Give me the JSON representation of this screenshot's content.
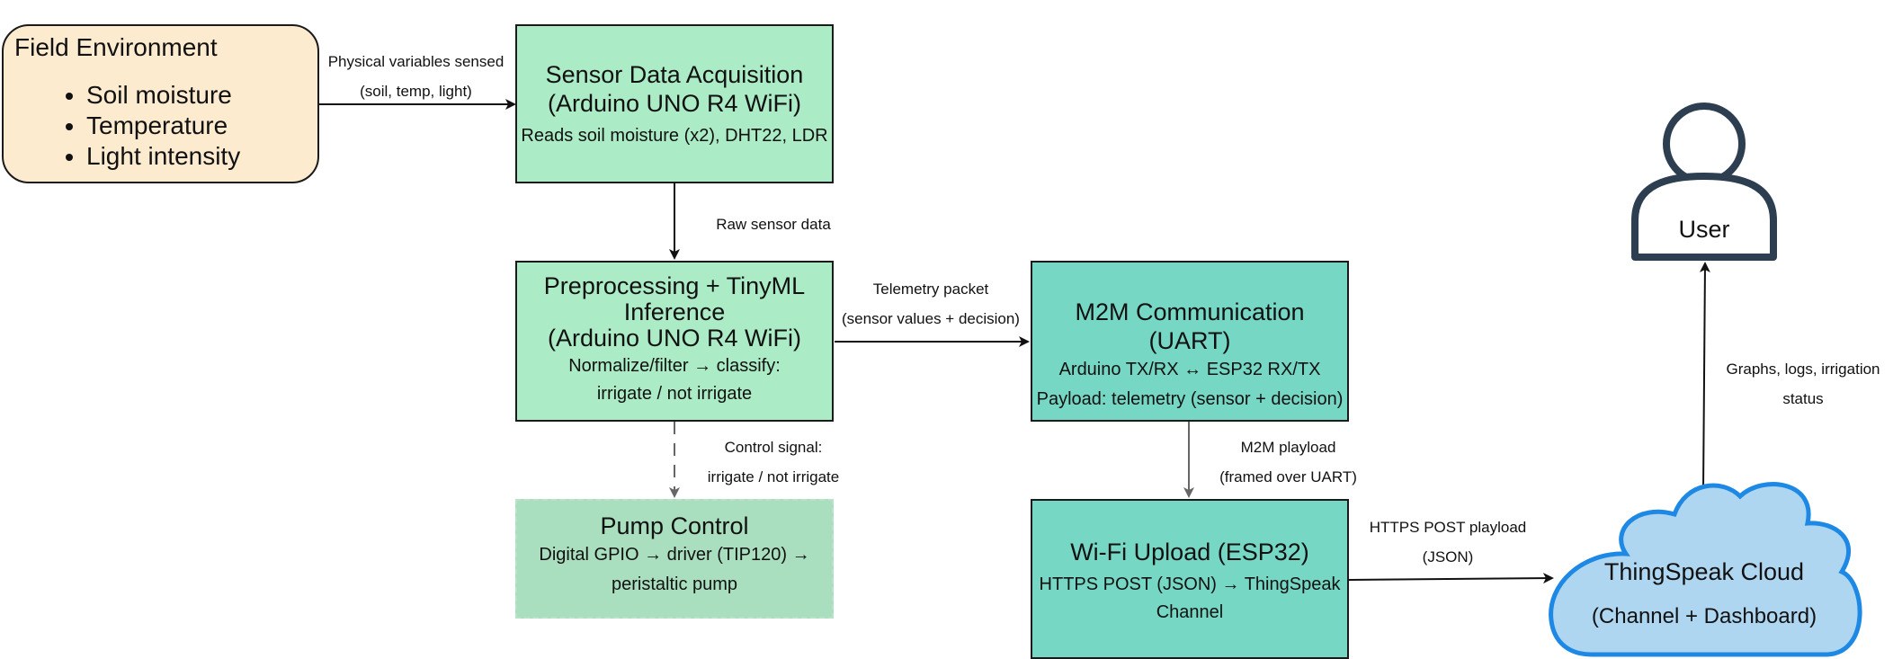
{
  "nodes": {
    "field": {
      "title": "Field Environment",
      "items": [
        "Soil moisture",
        "Temperature",
        "Light intensity"
      ]
    },
    "acquisition": {
      "title1": "Sensor Data Acquisition",
      "title2": "(Arduino UNO R4 WiFi)",
      "sub": "Reads soil moisture (x2), DHT22, LDR"
    },
    "preprocessing": {
      "title1": "Preprocessing + TinyML",
      "title2": "Inference",
      "title3": "(Arduino UNO R4 WiFi)",
      "sub1": "Normalize/filter → classify:",
      "sub2": "irrigate / not irrigate"
    },
    "pump": {
      "title": "Pump Control",
      "sub1": "Digital GPIO → driver (TIP120) →",
      "sub2": "peristaltic pump"
    },
    "m2m": {
      "title": "M2M Communication (UART)",
      "sub1": "Arduino TX/RX ↔ ESP32 RX/TX",
      "sub2": "Payload: telemetry (sensor + decision)"
    },
    "wifi": {
      "title": "Wi-Fi Upload (ESP32)",
      "sub1": "HTTPS POST (JSON) → ThingSpeak",
      "sub2": "Channel"
    },
    "cloud": {
      "title": "ThingSpeak Cloud",
      "sub": "(Channel + Dashboard)"
    },
    "user": {
      "label": "User"
    }
  },
  "edges": {
    "field_to_acq": [
      "Physical variables sensed",
      "(soil, temp, light)"
    ],
    "acq_to_pre": [
      "Raw sensor data"
    ],
    "pre_to_m2m": [
      "Telemetry packet",
      "(sensor values + decision)"
    ],
    "pre_to_pump": [
      "Control signal:",
      "irrigate / not irrigate"
    ],
    "m2m_to_wifi": [
      "M2M playload",
      "(framed over UART)"
    ],
    "wifi_to_cloud": [
      "HTTPS POST playload",
      "(JSON)"
    ],
    "cloud_to_user": [
      "Graphs, logs, irrigation",
      "status"
    ]
  },
  "colors": {
    "field": "#fdebd0",
    "green": "#abebc6",
    "teal": "#76d7c4",
    "pump": "#a9dfbf",
    "cloud_fill": "#aed6f1",
    "cloud_stroke": "#1e88e5"
  }
}
